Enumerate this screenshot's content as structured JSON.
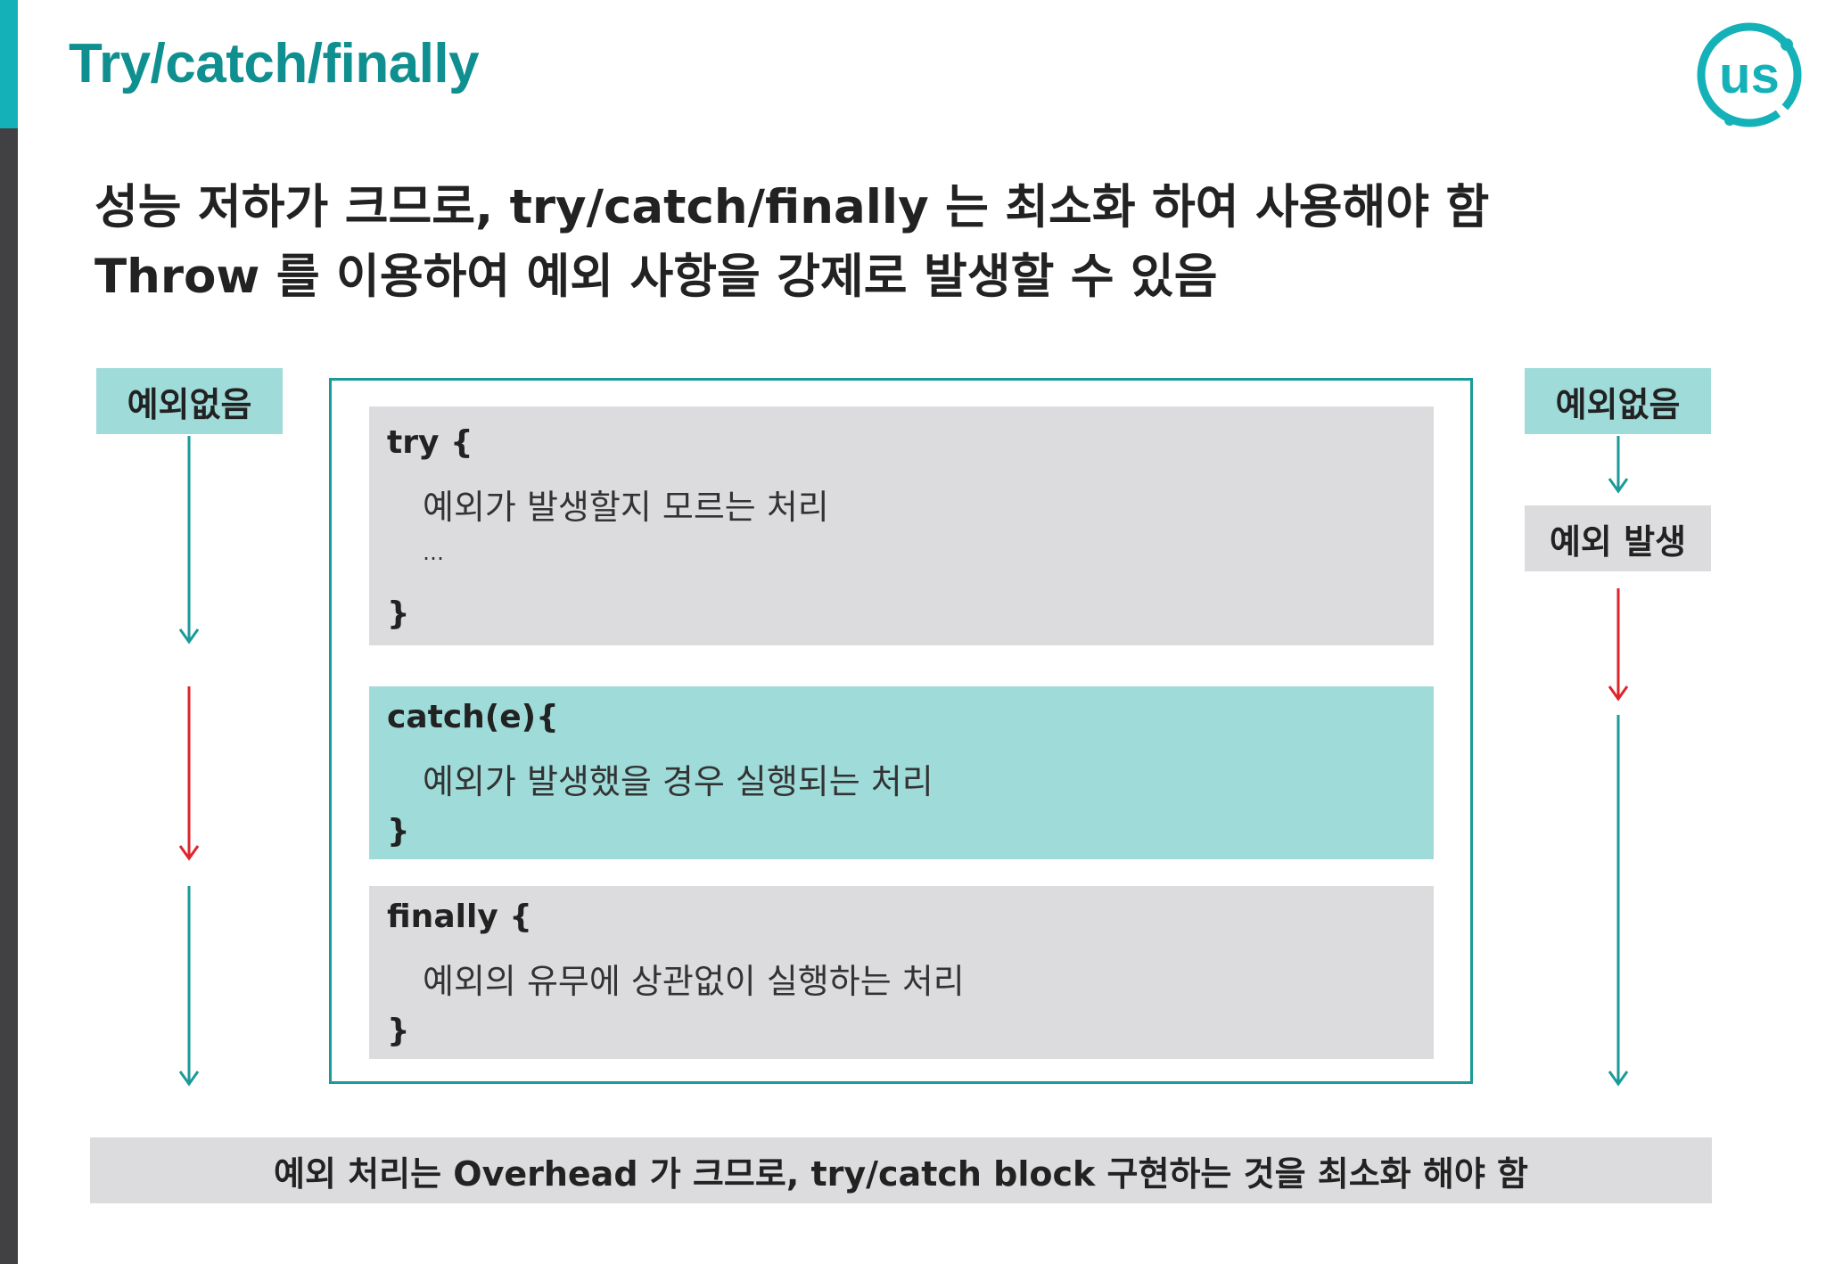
{
  "title": "Try/catch/finally",
  "logo_text": "us",
  "bullets": [
    "성능 저하가 크므로, try/catch/finally 는 최소화 하여 사용해야 함",
    "Throw 를 이용하여 예외 사항을 강제로 발생할 수 있음"
  ],
  "left_label": "예외없음",
  "right_label": "예외없음",
  "right_occur_label": "예외 발생",
  "blocks": {
    "try": {
      "open": "try {",
      "desc": "예외가 발생할지 모르는 처리",
      "ellipsis": "…",
      "close": "}"
    },
    "catch": {
      "open": "catch(e){",
      "desc": "예외가 발생했을 경우 실행되는 처리",
      "close": "}"
    },
    "finally": {
      "open": "finally {",
      "desc": "예외의 유무에 상관없이 실행하는 처리",
      "close": "}"
    }
  },
  "footer": "예외 처리는 Overhead 가 크므로, try/catch block 구현하는 것을 최소화 해야 함",
  "colors": {
    "teal_title": "#0f8f8f",
    "teal_light": "#9edbd9",
    "gray_block": "#dcdcde",
    "arrow_teal": "#1b9a9a",
    "arrow_red": "#e0242b",
    "sidebar_dark": "#414042"
  }
}
